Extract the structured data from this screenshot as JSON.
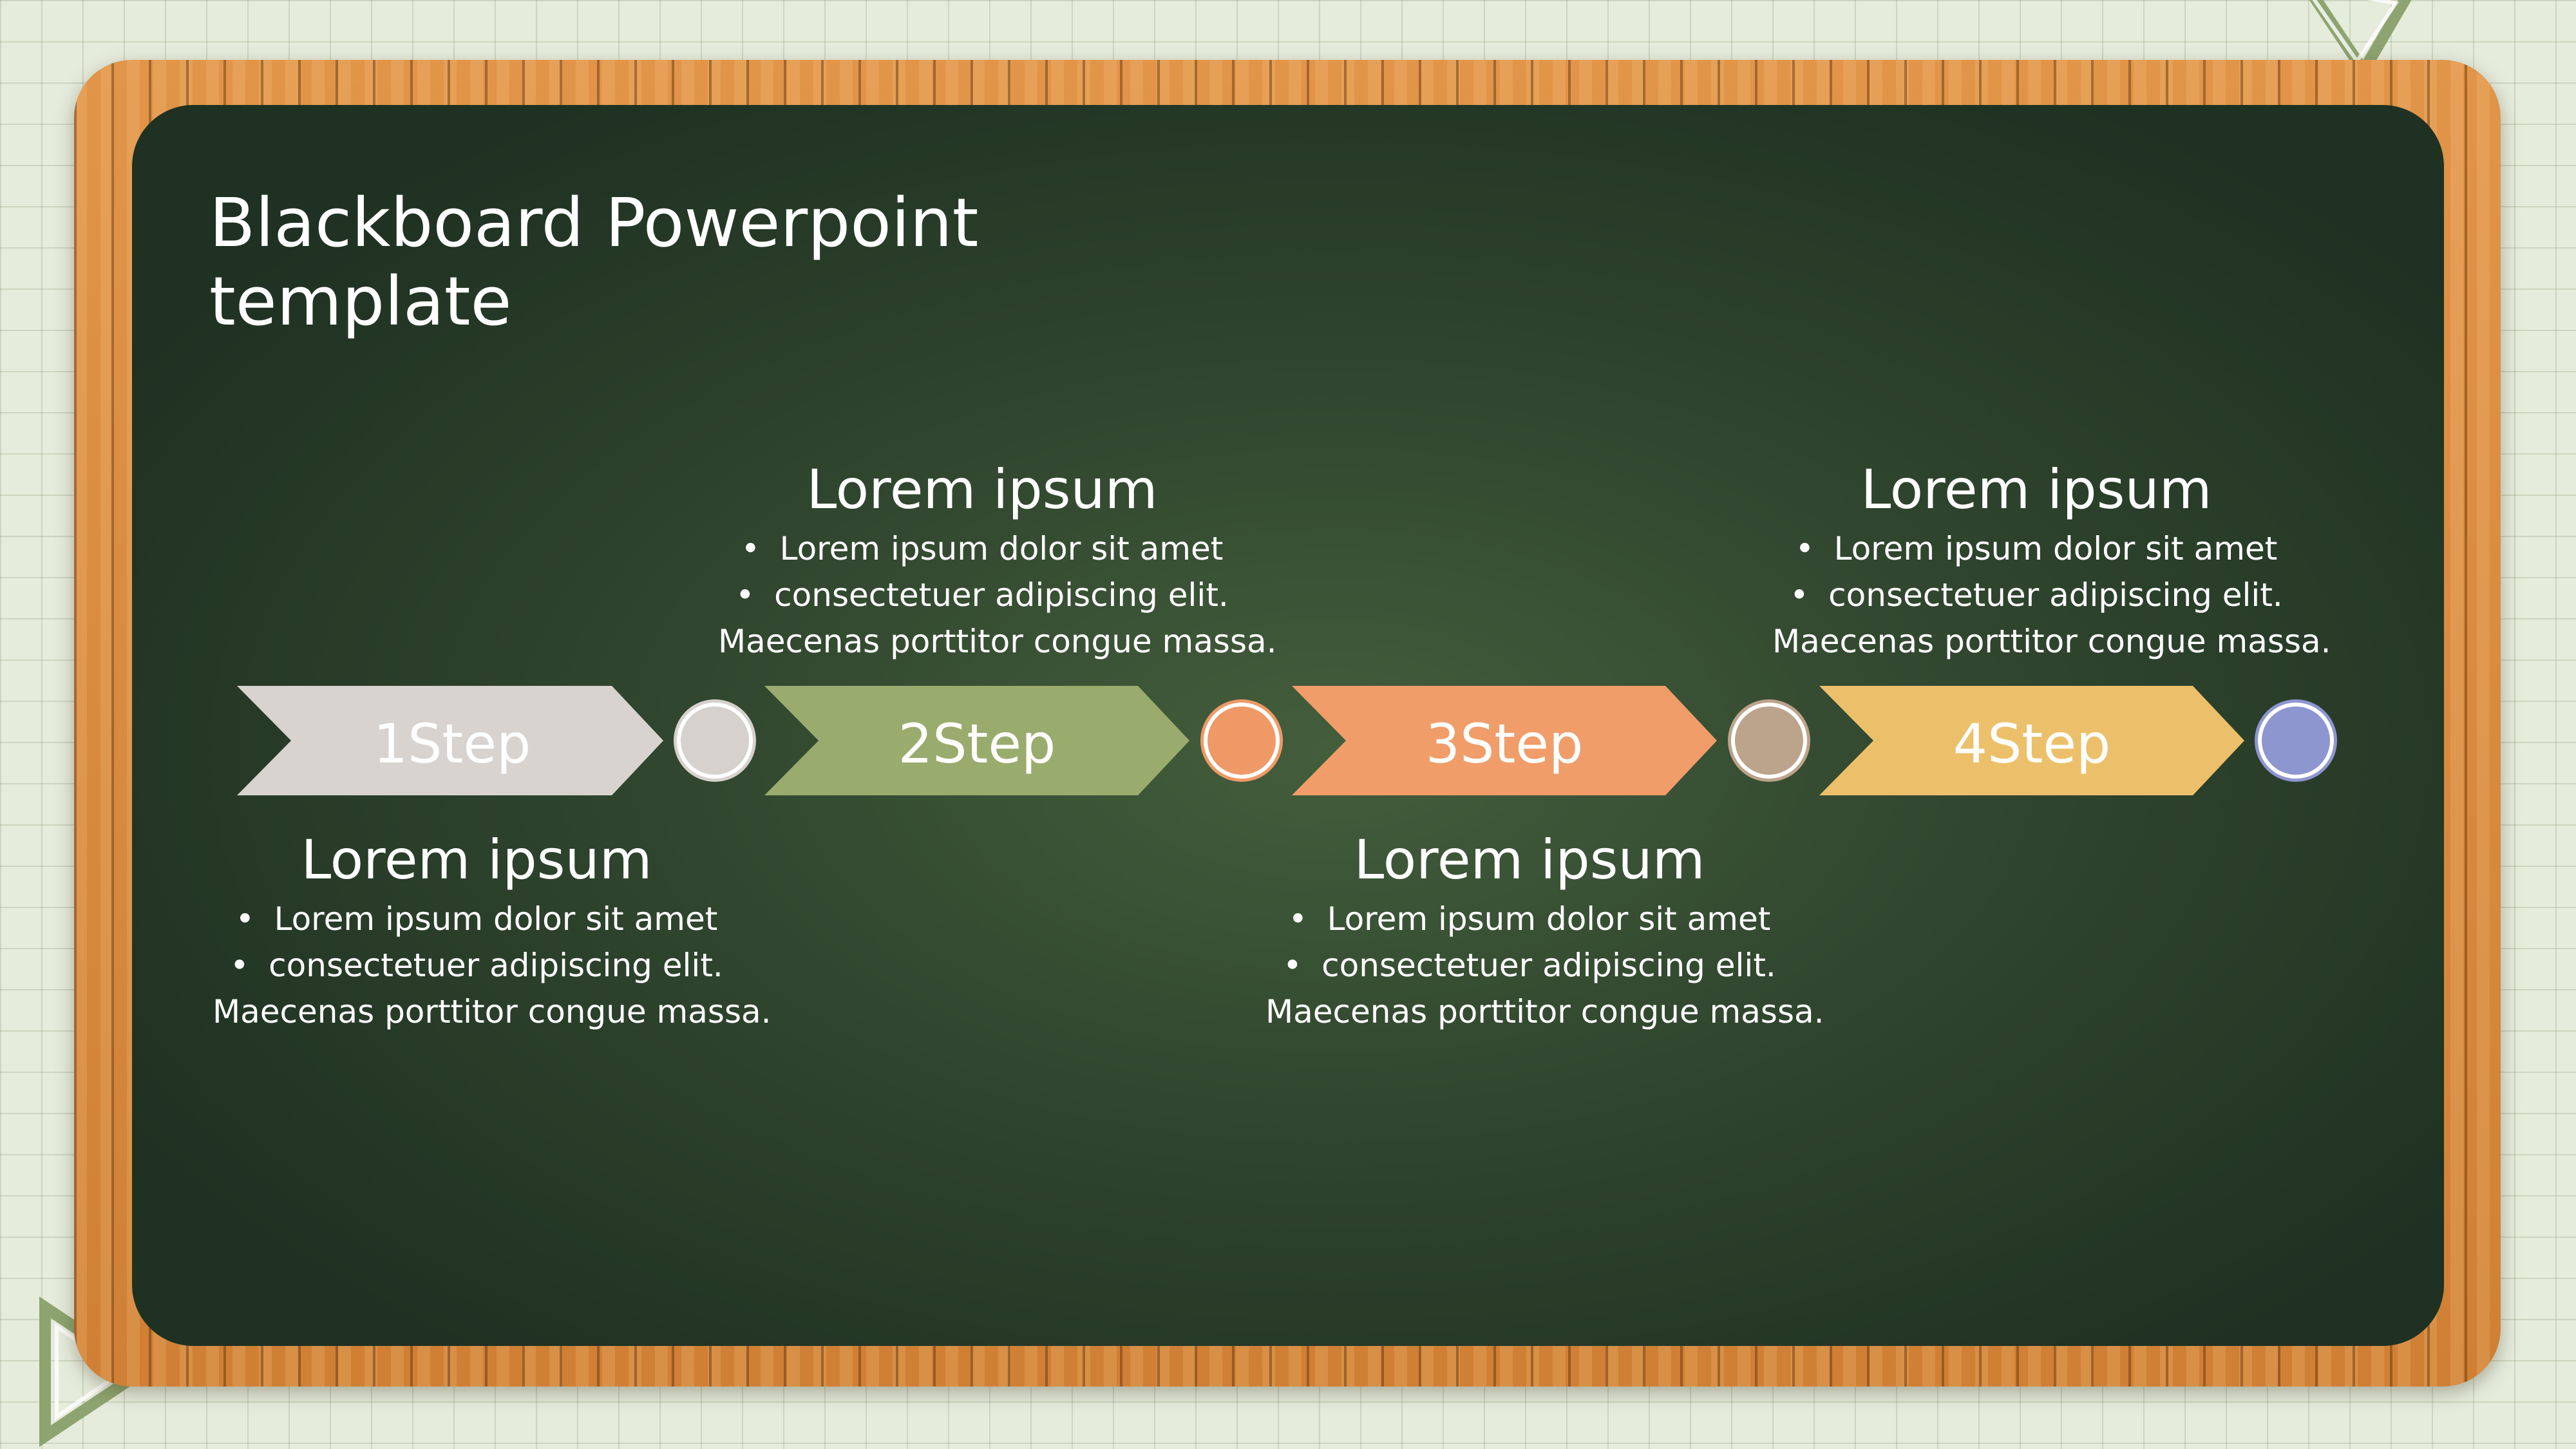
{
  "title": {
    "line1": "Blackboard Powerpoint",
    "line2": "template"
  },
  "colors": {
    "step1": "#d8d3ce",
    "step2": "#9aab6e",
    "step3": "#f09d6a",
    "step4": "#ecc06a",
    "node1": "#d6d1cc",
    "node2": "#ef9966",
    "node3": "#bca38b",
    "node4": "#8e96d0",
    "board": "#2f452d",
    "frame": "#d98b3c"
  },
  "steps": [
    {
      "label": "1Step"
    },
    {
      "label": "2Step"
    },
    {
      "label": "3Step"
    },
    {
      "label": "4Step"
    }
  ],
  "blocks": [
    {
      "heading": "Lorem ipsum",
      "bullet1": "Lorem ipsum dolor sit amet",
      "bullet2": "consectetuer adipiscing elit.",
      "line3": "Maecenas porttitor congue massa.",
      "bullet_mark": "•"
    },
    {
      "heading": "Lorem ipsum",
      "bullet1": "Lorem ipsum dolor sit amet",
      "bullet2": "consectetuer adipiscing elit.",
      "line3": "Maecenas porttitor congue massa.",
      "bullet_mark": "•"
    },
    {
      "heading": "Lorem ipsum",
      "bullet1": "Lorem ipsum dolor sit amet",
      "bullet2": "consectetuer adipiscing elit.",
      "line3": "Maecenas porttitor congue massa.",
      "bullet_mark": "•"
    },
    {
      "heading": "Lorem ipsum",
      "bullet1": "Lorem ipsum dolor sit amet",
      "bullet2": "consectetuer adipiscing elit.",
      "line3": "Maecenas porttitor congue massa.",
      "bullet_mark": "•"
    }
  ]
}
